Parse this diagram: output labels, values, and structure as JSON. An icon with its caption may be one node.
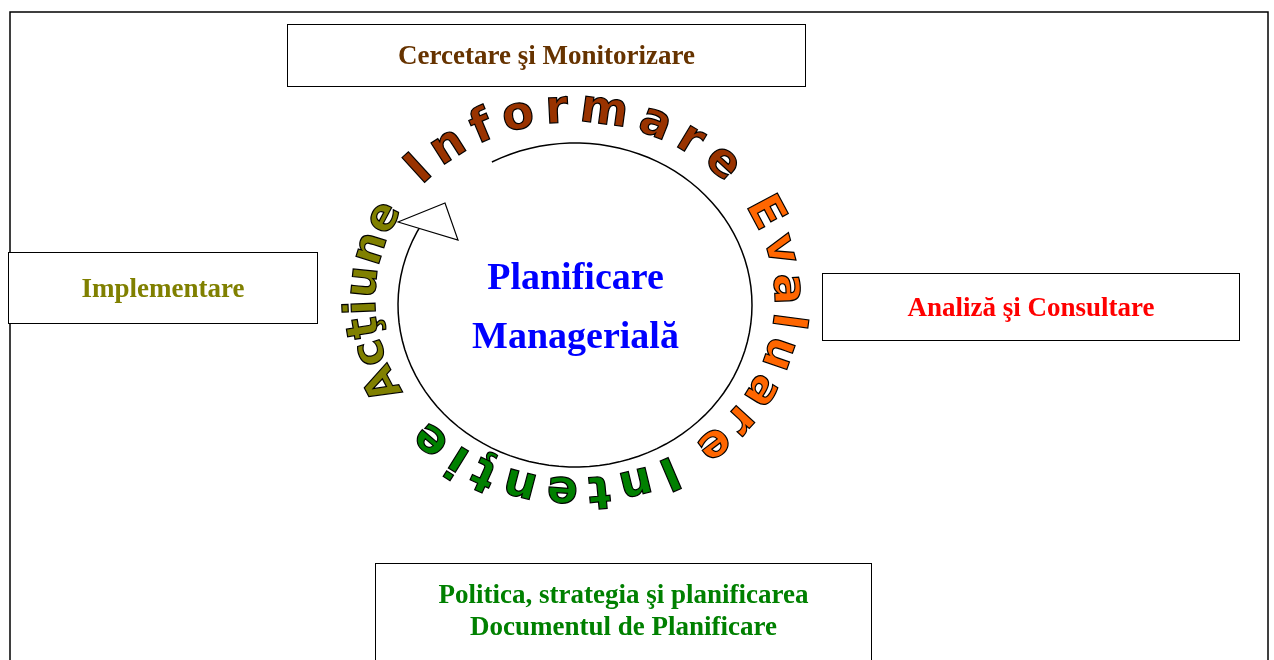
{
  "diagram": {
    "nodes": [
      {
        "text": [
          "Cercetare şi Monitorizare"
        ]
      },
      {
        "text": [
          "Implementare"
        ]
      },
      {
        "text": [
          "Planificare Managerială"
        ]
      },
      {
        "text": [
          "Analiză şi Consultare"
        ]
      },
      {
        "text": [
          "Politica, strategia şi planificarea",
          "Documentul de Planificare"
        ]
      }
    ],
    "edges": [],
    "labels": [
      "Informare",
      "Evaluare",
      "Intenţie",
      "Acţiune"
    ]
  }
}
